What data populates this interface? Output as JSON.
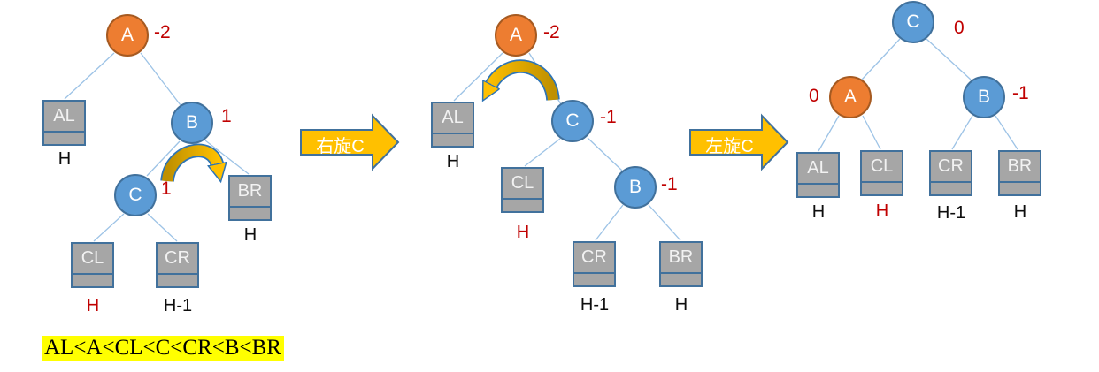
{
  "transition_arrows": [
    {
      "label": "右旋C"
    },
    {
      "label": "左旋C"
    }
  ],
  "formula": "AL<A<CL<C<CR<B<BR",
  "colors": {
    "node_orange": "#ED7D31",
    "node_blue": "#5B9BD5",
    "leaf_gray": "#A6A6A6",
    "leaf_border_blue": "#41719C",
    "edge_light_blue": "#9DC3E6",
    "balance_factor_red": "#C00000",
    "arrow_yellow": "#FFC000",
    "highlight_yellow": "#FFFF00"
  },
  "trees": [
    {
      "nodes": [
        {
          "label": "A",
          "bf": "-2"
        },
        {
          "label": "B",
          "bf": "1"
        },
        {
          "label": "C",
          "bf": "1"
        }
      ],
      "leaves": [
        {
          "label": "AL",
          "height": "H"
        },
        {
          "label": "BR",
          "height": "H"
        },
        {
          "label": "CL",
          "height": "H"
        },
        {
          "label": "CR",
          "height": "H-1"
        }
      ]
    },
    {
      "nodes": [
        {
          "label": "A",
          "bf": "-2"
        },
        {
          "label": "C",
          "bf": "-1"
        },
        {
          "label": "B",
          "bf": "-1"
        }
      ],
      "leaves": [
        {
          "label": "AL",
          "height": "H"
        },
        {
          "label": "CL",
          "height": "H"
        },
        {
          "label": "CR",
          "height": "H-1"
        },
        {
          "label": "BR",
          "height": "H"
        }
      ]
    },
    {
      "nodes": [
        {
          "label": "C",
          "bf": "0"
        },
        {
          "label": "A",
          "bf": "0"
        },
        {
          "label": "B",
          "bf": "-1"
        }
      ],
      "leaves": [
        {
          "label": "AL",
          "height": "H"
        },
        {
          "label": "CL",
          "height": "H"
        },
        {
          "label": "CR",
          "height": "H-1"
        },
        {
          "label": "BR",
          "height": "H"
        }
      ]
    }
  ]
}
